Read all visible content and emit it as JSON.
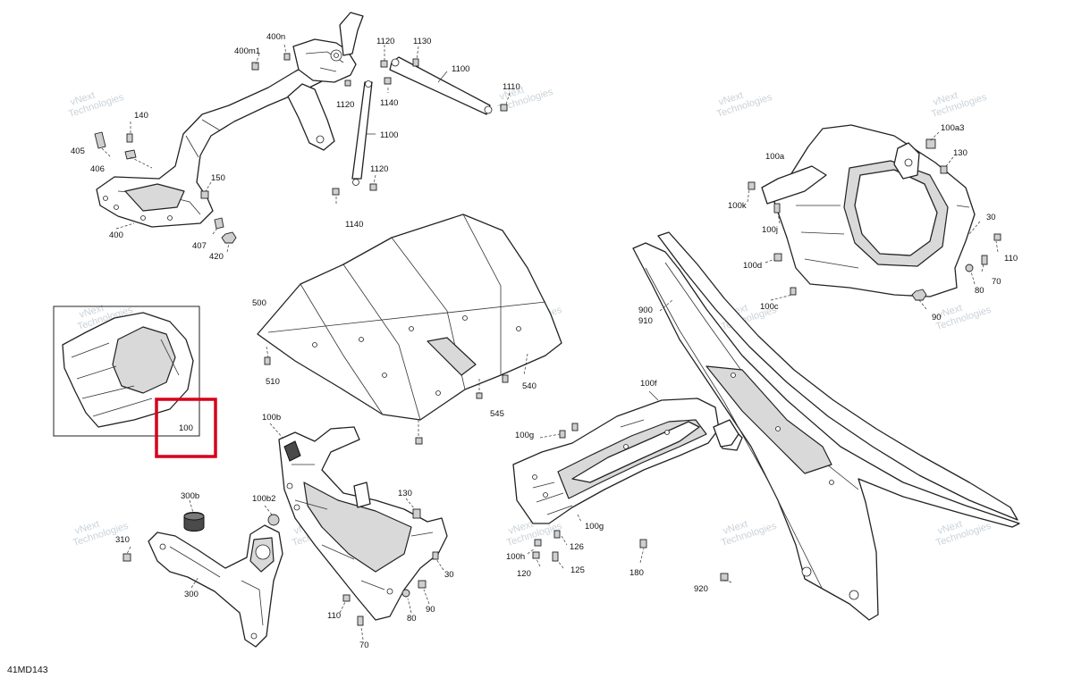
{
  "diagram": {
    "code": "41MD143",
    "highlight_color": "#d6001c",
    "watermark_lines": [
      "vNext",
      "Technologies"
    ],
    "callouts": {
      "c400": "400",
      "c400m1": "400m1",
      "c400n": "400n",
      "c405": "405",
      "c406": "406",
      "c407": "407",
      "c420": "420",
      "c140": "140",
      "c150": "150",
      "c1100a": "1100",
      "c1100b": "1100",
      "c1110": "1110",
      "c1120a": "1120",
      "c1120b": "1120",
      "c1120c": "1120",
      "c1130": "1130",
      "c1140a": "1140",
      "c1140b": "1140",
      "c500": "500",
      "c510": "510",
      "c540": "540",
      "c545": "545",
      "c100": "100",
      "c100a": "100a",
      "c100a3": "100a3",
      "c100c": "100c",
      "c100d": "100d",
      "c100j": "100j",
      "c100k": "100k",
      "c130r": "130",
      "c30r": "30",
      "c110r": "110",
      "c70r": "70",
      "c80r": "80",
      "c90r": "90",
      "c900": "900",
      "c910": "910",
      "c920": "920",
      "c100f": "100f",
      "c100g": "100g",
      "c100g2": "100g",
      "c100h": "100h",
      "c120": "120",
      "c125": "125",
      "c126": "126",
      "c180": "180",
      "c100b": "100b",
      "c100b2": "100b2",
      "c130b": "130",
      "c30b": "30",
      "c70b": "70",
      "c80b": "80",
      "c90b": "90",
      "c110b": "110",
      "c300": "300",
      "c300b": "300b",
      "c310": "310"
    }
  }
}
